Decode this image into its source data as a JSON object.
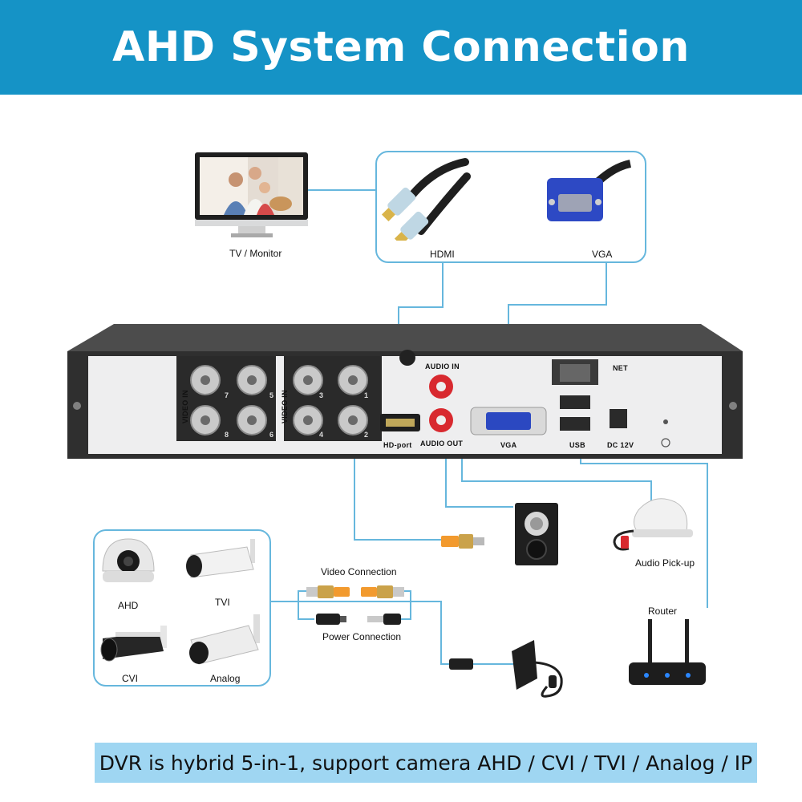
{
  "header": {
    "title": "AHD System Connection"
  },
  "devices": {
    "monitor": "TV / Monitor",
    "hdmi": "HDMI",
    "vga": "VGA",
    "audio_pickup": "Audio Pick-up",
    "router": "Router",
    "video_connection": "Video Connection",
    "power_connection": "Power Connection"
  },
  "cameras": [
    {
      "label": "AHD"
    },
    {
      "label": "TVI"
    },
    {
      "label": "CVI"
    },
    {
      "label": "Analog"
    }
  ],
  "dvr_panel": {
    "video_in_left": "VIDEO IN",
    "video_in_right": "VIDEO IN",
    "channels": [
      "7",
      "5",
      "8",
      "6",
      "3",
      "1",
      "4",
      "2"
    ],
    "audio_in": "AUDIO IN",
    "audio_out": "AUDIO OUT",
    "hd_port": "HD-port",
    "vga_port": "VGA",
    "usb": "USB",
    "net": "NET",
    "dc": "DC 12V"
  },
  "footer": {
    "text": "DVR is hybrid 5-in-1, support camera AHD / CVI / TVI / Analog / IP"
  },
  "colors": {
    "header_bg": "#1593c6",
    "footer_bg": "#9fd6f2",
    "line": "#66b7dd",
    "box_border": "#66b7dd"
  }
}
